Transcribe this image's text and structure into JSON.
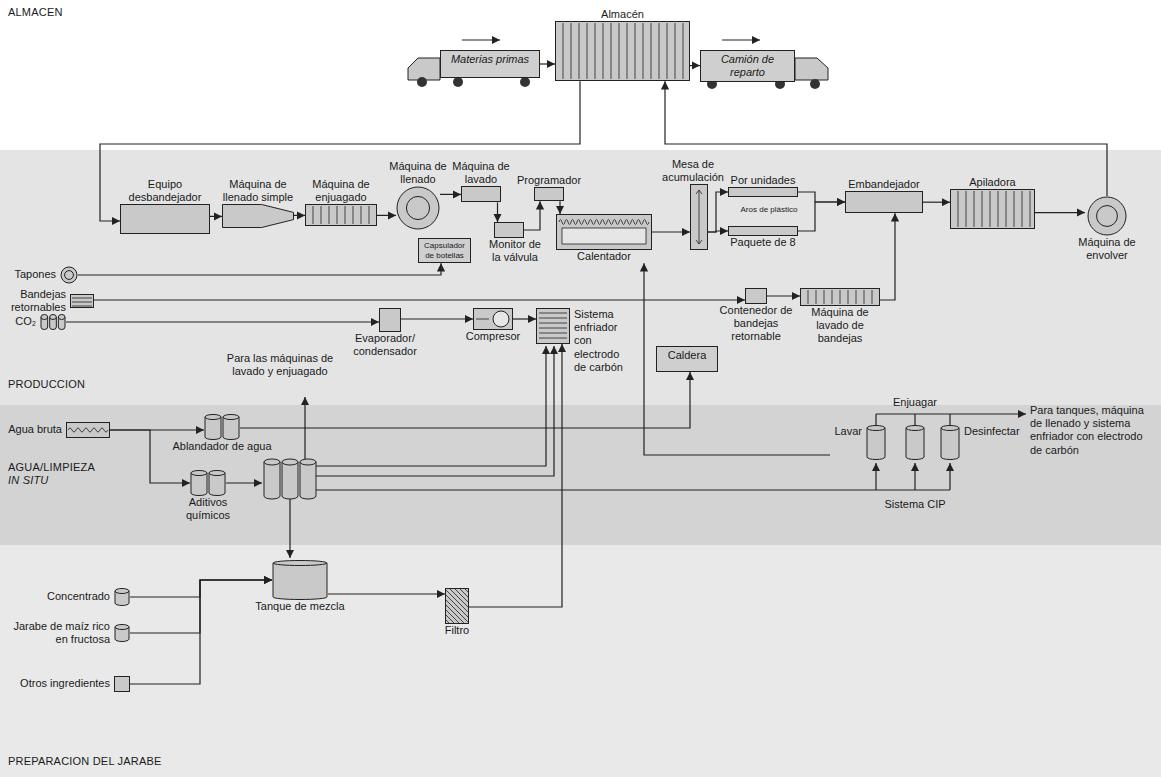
{
  "diagram": {
    "nodes": [
      {
        "text": [
          "ALMACEN"
        ]
      },
      {
        "text": [
          "PRODUCCION"
        ]
      },
      {
        "text": [
          "AGUA/LIMPIEZA",
          "IN SITU"
        ]
      },
      {
        "text": [
          "PREPARACION DEL JARABE"
        ]
      },
      {
        "text": [
          "Almacén"
        ],
        "in": 0
      },
      {
        "text": [
          "Materias primas"
        ],
        "in": 0
      },
      {
        "text": [
          "Camión de reparto"
        ],
        "in": 0
      },
      {
        "text": [
          "Equipo desbandejador"
        ],
        "in": 1
      },
      {
        "text": [
          "Máquina de llenado simple"
        ],
        "in": 1
      },
      {
        "text": [
          "Máquina de enjuagado"
        ],
        "in": 1
      },
      {
        "text": [
          "Máquina de llenado"
        ],
        "in": 1
      },
      {
        "text": [
          "Capsulador de botellas"
        ],
        "in": 1
      },
      {
        "text": [
          "Máquina de lavado"
        ],
        "in": 1
      },
      {
        "text": [
          "Programador"
        ],
        "in": 1
      },
      {
        "text": [
          "Monitor de la válvula"
        ],
        "in": 1
      },
      {
        "text": [
          "Mesa de acumulación"
        ],
        "in": 1
      },
      {
        "text": [
          "Calentador"
        ],
        "in": 1
      },
      {
        "text": [
          "Por unidades"
        ],
        "in": 1
      },
      {
        "text": [
          "Paquete de 8"
        ],
        "in": 1
      },
      {
        "text": [
          "Embandejador"
        ],
        "in": 1
      },
      {
        "text": [
          "Apiladora"
        ],
        "in": 1
      },
      {
        "text": [
          "Máquina de envolver"
        ],
        "in": 1
      },
      {
        "text": [
          "Tapones"
        ],
        "in": 1
      },
      {
        "text": [
          "Bandejas retornables"
        ],
        "in": 1
      },
      {
        "text": [
          "CO₂"
        ],
        "in": 1
      },
      {
        "text": [
          "Evaporador/ condensador"
        ],
        "in": 1
      },
      {
        "text": [
          "Compresor"
        ],
        "in": 1
      },
      {
        "text": [
          "Sistema enfriador con electrodo de carbón"
        ],
        "in": 1
      },
      {
        "text": [
          "Caldera"
        ],
        "in": 1
      },
      {
        "text": [
          "Contenedor de bandejas retornable"
        ],
        "in": 1
      },
      {
        "text": [
          "Máquina de lavado de bandejas"
        ],
        "in": 1
      },
      {
        "text": [
          "Agua bruta"
        ],
        "in": 2
      },
      {
        "text": [
          "Ablandador de agua"
        ],
        "in": 2
      },
      {
        "text": [
          "Aditivos químicos"
        ],
        "in": 2
      },
      {
        "text": [
          "Enjuagar"
        ],
        "in": 2
      },
      {
        "text": [
          "Lavar"
        ],
        "in": 2
      },
      {
        "text": [
          "Desinfectar"
        ],
        "in": 2
      },
      {
        "text": [
          "Concentrado"
        ],
        "in": 3
      },
      {
        "text": [
          "Jarabe de maíz rico en fructosa"
        ],
        "in": 3
      },
      {
        "text": [
          "Otros ingredientes"
        ],
        "in": 3
      },
      {
        "text": [
          "Tanque de mezcla"
        ],
        "in": 3
      },
      {
        "text": [
          "Filtro"
        ],
        "in": 3
      }
    ],
    "edges": [
      {
        "from": 5,
        "to": 4,
        "arrow": "to"
      },
      {
        "from": 4,
        "to": 6,
        "arrow": "to"
      },
      {
        "from": 4,
        "to": 7,
        "arrow": "to"
      },
      {
        "from": 7,
        "to": 8,
        "arrow": "to"
      },
      {
        "from": 8,
        "to": 9,
        "arrow": "to"
      },
      {
        "from": 9,
        "to": 10,
        "arrow": "to"
      },
      {
        "from": 10,
        "to": 12,
        "arrow": "to"
      },
      {
        "from": 12,
        "to": 14,
        "arrow": "to"
      },
      {
        "from": 14,
        "to": 13,
        "arrow": "to"
      },
      {
        "from": 13,
        "to": 16,
        "arrow": "to"
      },
      {
        "from": 16,
        "to": 15,
        "arrow": "to"
      },
      {
        "from": 15,
        "to": 17,
        "arrow": "to"
      },
      {
        "from": 15,
        "to": 18,
        "arrow": "to"
      },
      {
        "from": 17,
        "to": 19,
        "arrow": "to"
      },
      {
        "from": 18,
        "to": 19,
        "arrow": "to"
      },
      {
        "from": 30,
        "to": 19,
        "arrow": "to"
      },
      {
        "from": 19,
        "to": 20,
        "arrow": "to"
      },
      {
        "from": 20,
        "to": 21,
        "arrow": "to"
      },
      {
        "from": 21,
        "to": 4,
        "arrow": "to"
      },
      {
        "from": 22,
        "to": 11,
        "arrow": "to"
      },
      {
        "from": 23,
        "to": 29,
        "arrow": "to"
      },
      {
        "from": 29,
        "to": 30,
        "arrow": "to"
      },
      {
        "from": 24,
        "to": 25,
        "arrow": "to"
      },
      {
        "from": 25,
        "to": 26,
        "arrow": "to"
      },
      {
        "from": 26,
        "to": 27,
        "arrow": "to"
      },
      {
        "from": 35,
        "to": 16,
        "arrow": "to"
      },
      {
        "from": 31,
        "to": 32,
        "arrow": "to"
      },
      {
        "from": 31,
        "to": 33,
        "arrow": "to"
      },
      {
        "from": 32,
        "to": 28,
        "arrow": "to"
      },
      {
        "from": 37,
        "to": 40,
        "arrow": "to"
      },
      {
        "from": 38,
        "to": 40,
        "arrow": "to"
      },
      {
        "from": 39,
        "to": 40,
        "arrow": "to"
      },
      {
        "from": 40,
        "to": 41,
        "arrow": "to"
      },
      {
        "from": 41,
        "to": 27,
        "arrow": "to"
      }
    ],
    "labels": [
      "Aros de plástico",
      "Para las máquinas de lavado y enjuagado",
      "Sistema CIP",
      "Para tanques, máquina de llenado y sistema enfriador con electrodo de carbón"
    ]
  }
}
